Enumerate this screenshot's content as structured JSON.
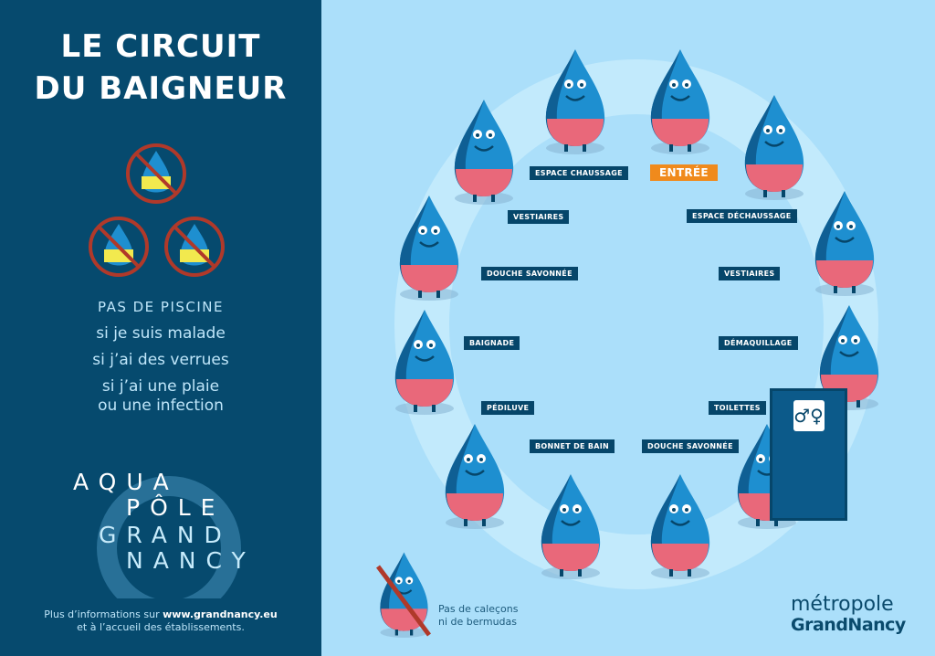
{
  "title": [
    "LE CIRCUIT",
    "DU BAIGNEUR"
  ],
  "rules": {
    "heading": "PAS DE PISCINE",
    "items": [
      "si je suis malade",
      "si j’ai des verrues",
      "si j’ai une plaie",
      "ou une infection"
    ]
  },
  "logo": [
    "AQUA",
    "PÔLE",
    "GRAND",
    "NANCY"
  ],
  "info": {
    "line1_prefix": "Plus d’informations sur ",
    "url": "www.grandnancy.eu",
    "line2": "et à l’accueil des établissements."
  },
  "steps": {
    "entree": "ENTRÉE",
    "espace_dechaussage": "ESPACE DÉCHAUSSAGE",
    "vestiaires_right": "VESTIAIRES",
    "demaquillage": "DÉMAQUILLAGE",
    "toilettes": "TOILETTES",
    "douche_bottom": "DOUCHE SAVONNÉE",
    "bonnet": "BONNET DE BAIN",
    "pediluve": "PÉDILUVE",
    "baignade": "BAIGNADE",
    "douche_left": "DOUCHE SAVONNÉE",
    "vestiaires_left": "VESTIAIRES",
    "espace_chaussage": "ESPACE CHAUSSAGE"
  },
  "note": [
    "Pas de caleçons",
    "ni de bermudas"
  ],
  "brand": {
    "line1": "métropole",
    "line2": "GrandNancy"
  },
  "colors": {
    "panel": "#064a6e",
    "bg": "#abdffa",
    "label": "#06466a",
    "entree": "#f08a1c",
    "drop": "#1e8fd0",
    "shorts": "#e9687a",
    "shirt": "#f2e94e"
  }
}
